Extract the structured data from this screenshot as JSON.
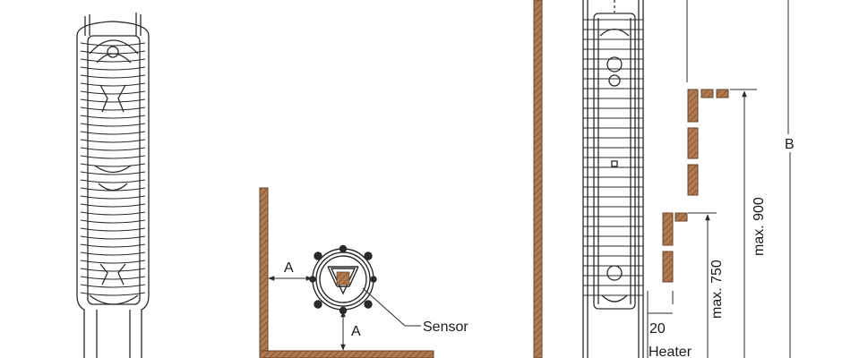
{
  "labels": {
    "a_horizontal": "A",
    "a_vertical": "A",
    "sensor": "Sensor",
    "b_dim": "B",
    "max_900": "max. 900",
    "max_750": "max. 750",
    "gap_20": "20",
    "heater": "Heater"
  },
  "colors": {
    "wall": "#b07a50",
    "wall_stroke": "#6b4328",
    "line": "#2a2a2a",
    "text": "#1a1a1a"
  }
}
